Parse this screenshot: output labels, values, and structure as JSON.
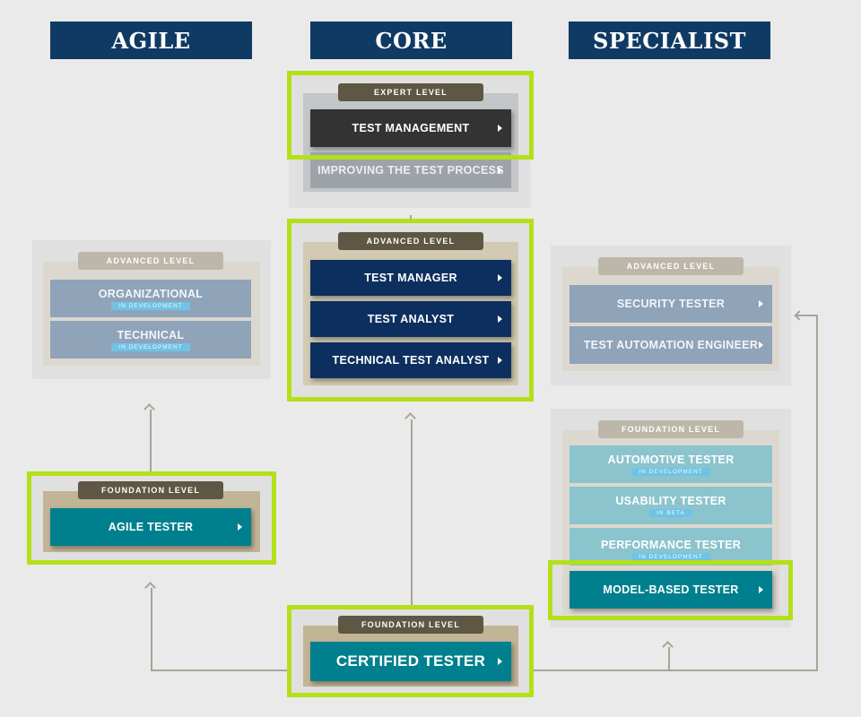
{
  "columns": {
    "agile": "AGILE",
    "core": "CORE",
    "specialist": "SPECIALIST"
  },
  "core": {
    "expert": {
      "level": "EXPERT LEVEL",
      "test_management": "TEST MANAGEMENT",
      "improving": "IMPROVING THE TEST PROCESS"
    },
    "advanced": {
      "level": "ADVANCED LEVEL",
      "test_manager": "TEST MANAGER",
      "test_analyst": "TEST ANALYST",
      "technical_test_analyst": "TECHNICAL TEST ANALYST"
    },
    "foundation": {
      "level": "FOUNDATION LEVEL",
      "certified_tester": "CERTIFIED TESTER"
    }
  },
  "agile": {
    "advanced": {
      "level": "ADVANCED LEVEL",
      "organizational": "ORGANIZATIONAL",
      "organizational_status": "IN DEVELOPMENT",
      "technical": "TECHNICAL",
      "technical_status": "IN DEVELOPMENT"
    },
    "foundation": {
      "level": "FOUNDATION LEVEL",
      "agile_tester": "AGILE TESTER"
    }
  },
  "specialist": {
    "advanced": {
      "level": "ADVANCED LEVEL",
      "security_tester": "SECURITY TESTER",
      "test_automation_engineer": "TEST AUTOMATION ENGINEER"
    },
    "foundation": {
      "level": "FOUNDATION LEVEL",
      "automotive_tester": "AUTOMOTIVE TESTER",
      "automotive_status": "IN DEVELOPMENT",
      "usability_tester": "USABILITY TESTER",
      "usability_status": "IN BETA",
      "performance_tester": "PERFORMANCE TESTER",
      "performance_status": "IN DEVELOPMENT",
      "model_based_tester": "MODEL-BASED TESTER"
    }
  },
  "colors": {
    "navy": "#0d2f5f",
    "teal": "#00808e",
    "highlight": "#b3e019",
    "tag": "#5e5743"
  },
  "icons": [
    "arrow-right-icon",
    "arrow-up-icon"
  ]
}
